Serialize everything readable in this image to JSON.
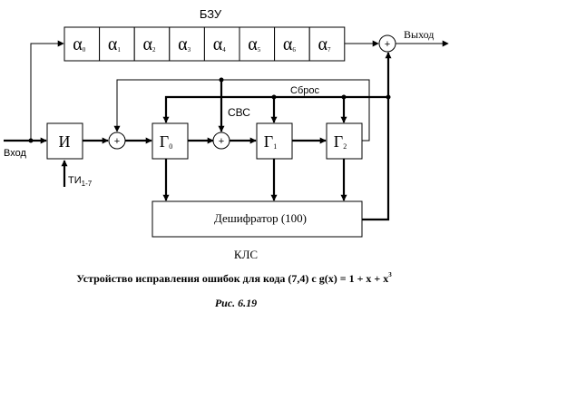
{
  "diagram": {
    "memory_block": {
      "label": "БЗУ",
      "cells": [
        {
          "symbol": "α",
          "sub": "0"
        },
        {
          "symbol": "α",
          "sub": "1"
        },
        {
          "symbol": "α",
          "sub": "2"
        },
        {
          "symbol": "α",
          "sub": "3"
        },
        {
          "symbol": "α",
          "sub": "4"
        },
        {
          "symbol": "α",
          "sub": "5"
        },
        {
          "symbol": "α",
          "sub": "6"
        },
        {
          "symbol": "α",
          "sub": "7"
        }
      ]
    },
    "input_label": "Вход",
    "output_label": "Выход",
    "and_gate": {
      "label": "И"
    },
    "clock_label": "ТИ",
    "clock_sub": "1-7",
    "adder_symbol": "+",
    "registers": [
      {
        "symbol": "Г",
        "sub": "0"
      },
      {
        "symbol": "Г",
        "sub": "1"
      },
      {
        "symbol": "Г",
        "sub": "2"
      }
    ],
    "reset_label": "Сброс",
    "feedback_label": "СВС",
    "decoder_label": "Дешифратор (100)",
    "logic_label": "КЛС",
    "caption_main": "Устройство исправления ошибок для кода (7,4) с g(x) = 1 + x + x",
    "caption_sup": "3",
    "figure_label": "Рис. 6.19"
  }
}
